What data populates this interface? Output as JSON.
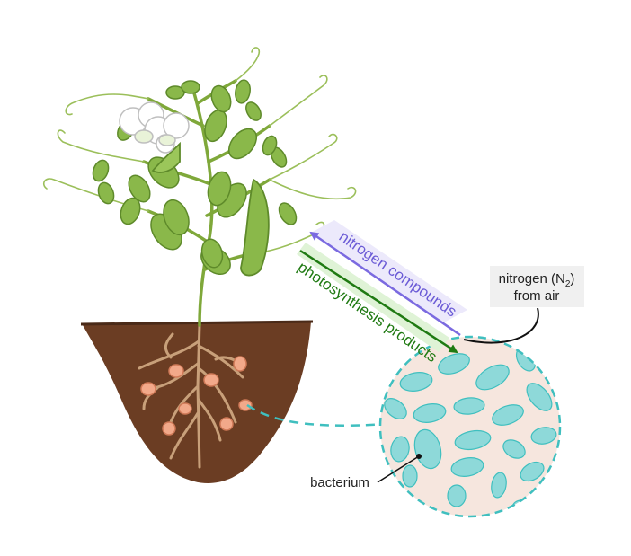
{
  "labels": {
    "nitrogen_compounds": "nitrogen compounds",
    "photosynthesis_products": "photosynthesis products",
    "nitrogen_source_line1": "nitrogen (N",
    "nitrogen_source_subscript": "2",
    "nitrogen_source_line1_end": ")",
    "nitrogen_source_line2": "from air",
    "bacterium": "bacterium"
  },
  "colors": {
    "stem": "#7fa83a",
    "leaf": "#8ab84a",
    "leaf_dark": "#5e8a2a",
    "soil": "#6b3d23",
    "root": "#c8a07a",
    "nodule": "#f2a98a",
    "bacterium": "#8ed9d9",
    "bacterium_stroke": "#3fbfbf",
    "zoom_fill": "#f6e6de",
    "zoom_stroke": "#3fbfbf",
    "arrow_nitrogen": "#7b6ae0",
    "arrow_nitrogen_bg": "#ece9fb",
    "arrow_photosynthesis": "#1f7a12",
    "arrow_photosynthesis_bg": "#dff3d6",
    "flower": "#ffffff"
  }
}
